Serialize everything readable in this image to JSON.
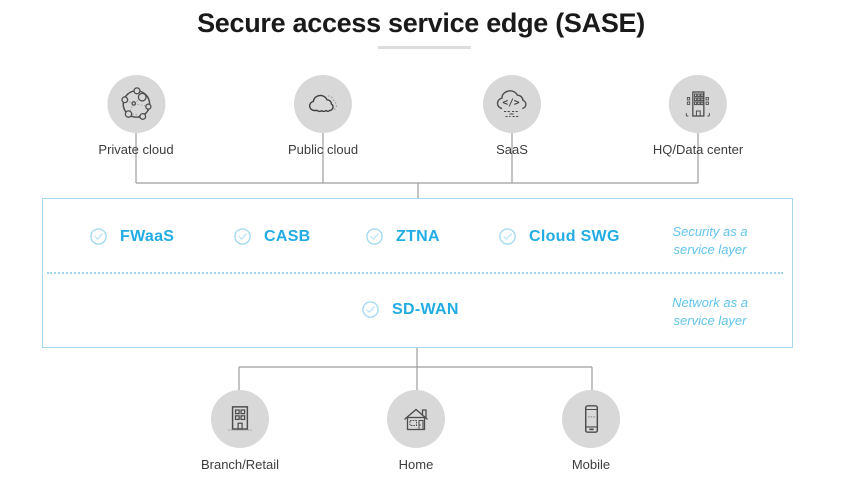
{
  "title": "Secure access service edge (SASE)",
  "top_nodes": [
    {
      "label": "Private cloud",
      "icon": "private-cloud-icon"
    },
    {
      "label": "Public cloud",
      "icon": "public-cloud-icon"
    },
    {
      "label": "SaaS",
      "icon": "saas-cloud-code-icon"
    },
    {
      "label": "HQ/Data center",
      "icon": "datacenter-building-icon"
    }
  ],
  "sase_box": {
    "security_layer": {
      "items": [
        {
          "label": "FWaaS"
        },
        {
          "label": "CASB"
        },
        {
          "label": "ZTNA"
        },
        {
          "label": "Cloud SWG"
        }
      ],
      "caption_line1": "Security as a",
      "caption_line2": "service layer"
    },
    "network_layer": {
      "items": [
        {
          "label": "SD-WAN"
        }
      ],
      "caption_line1": "Network as a",
      "caption_line2": "service layer"
    }
  },
  "bottom_nodes": [
    {
      "label": "Branch/Retail",
      "icon": "branch-building-icon"
    },
    {
      "label": "Home",
      "icon": "home-icon"
    },
    {
      "label": "Mobile",
      "icon": "mobile-phone-icon"
    }
  ],
  "colors": {
    "accent": "#22ace4",
    "caption": "#62c4ec",
    "box_border": "#a5d8ee",
    "node_circle_fill": "#d8d8d8",
    "connector_line": "#9e9e9e",
    "title_underline": "#dddddd"
  }
}
